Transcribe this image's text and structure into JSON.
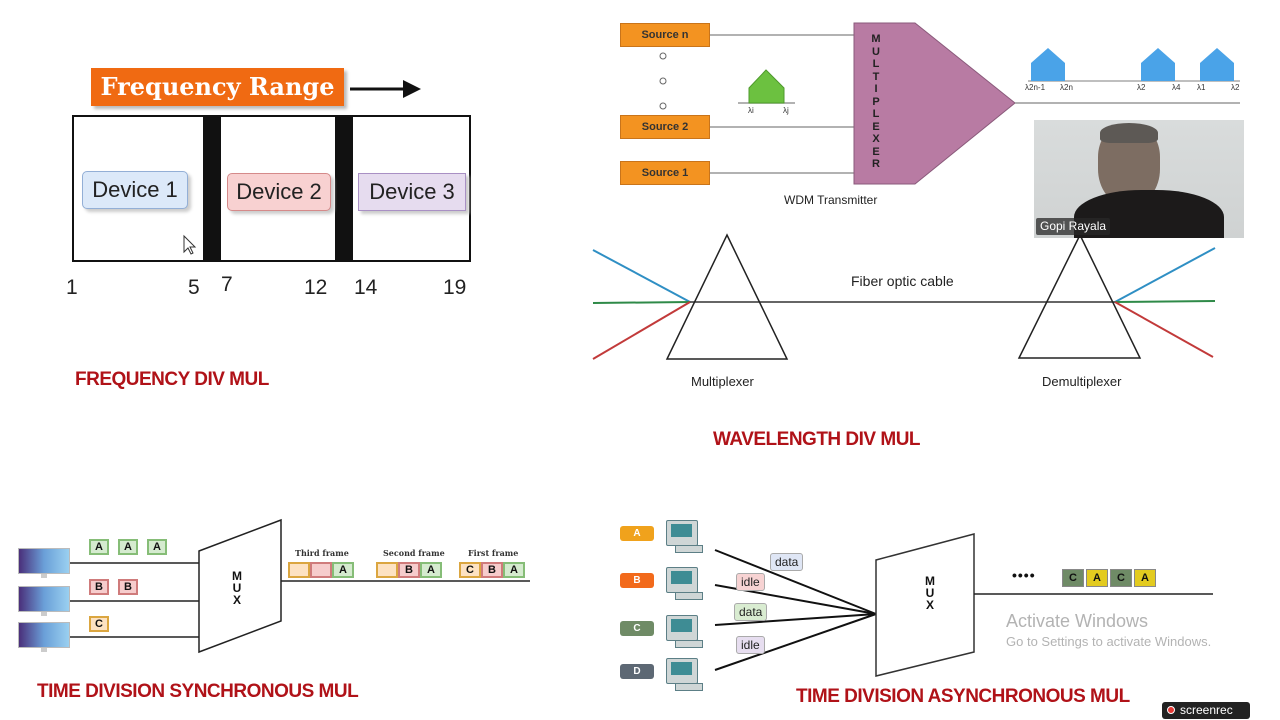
{
  "frequency_section": {
    "banner": "Frequency Range",
    "devices": [
      "Device 1",
      "Device 2",
      "Device 3"
    ],
    "ticks": [
      "1",
      "5",
      "7",
      "12",
      "14",
      "19"
    ],
    "title": "FREQUENCY DIV MUL"
  },
  "wdm_transmitter": {
    "sources": [
      "Source n",
      "Source 2",
      "Source 1"
    ],
    "multiplexer_label": "MULTIPLEXER",
    "caption": "WDM Transmitter",
    "green_band_labels": [
      "λi",
      "λj"
    ],
    "output_band_labels": [
      "λ2n-1",
      "λ2n",
      "λ2",
      "λ4",
      "λ1",
      "λ2"
    ]
  },
  "wavelength_section": {
    "cable_label": "Fiber optic cable",
    "mux_label": "Multiplexer",
    "demux_label": "Demultiplexer",
    "title": "WAVELENGTH DIV MUL"
  },
  "video_overlay": {
    "participant_name": "Gopi Rayala"
  },
  "tdm_sync": {
    "inputs": [
      [
        "A",
        "A",
        "A"
      ],
      [
        "B",
        "B"
      ],
      [
        "C"
      ]
    ],
    "mux_letters": [
      "M",
      "U",
      "X"
    ],
    "frames": [
      {
        "label": "Third frame",
        "cells": [
          "",
          "",
          "A"
        ]
      },
      {
        "label": "Second frame",
        "cells": [
          "",
          "B",
          "A"
        ]
      },
      {
        "label": "First frame",
        "cells": [
          "C",
          "B",
          "A"
        ]
      }
    ],
    "title": "TIME DIVISION SYNCHRONOUS  MUL"
  },
  "tdm_async": {
    "stations": [
      {
        "label": "A",
        "color": "#f0a21c"
      },
      {
        "label": "B",
        "color": "#f26a1b"
      },
      {
        "label": "C",
        "color": "#6f8b66"
      },
      {
        "label": "D",
        "color": "#5d6874"
      }
    ],
    "tags": [
      "data",
      "idle",
      "data",
      "idle"
    ],
    "mux_letters": [
      "M",
      "U",
      "X"
    ],
    "ellipsis": "••••",
    "output_cells": [
      "C",
      "A",
      "C",
      "A"
    ],
    "title": "TIME DIVISION ASYNCHRONOUS MUL"
  },
  "watermark": {
    "line1": "Activate Windows",
    "line2": "Go to Settings to activate Windows."
  },
  "recorder_badge": {
    "label": "screenrec"
  }
}
